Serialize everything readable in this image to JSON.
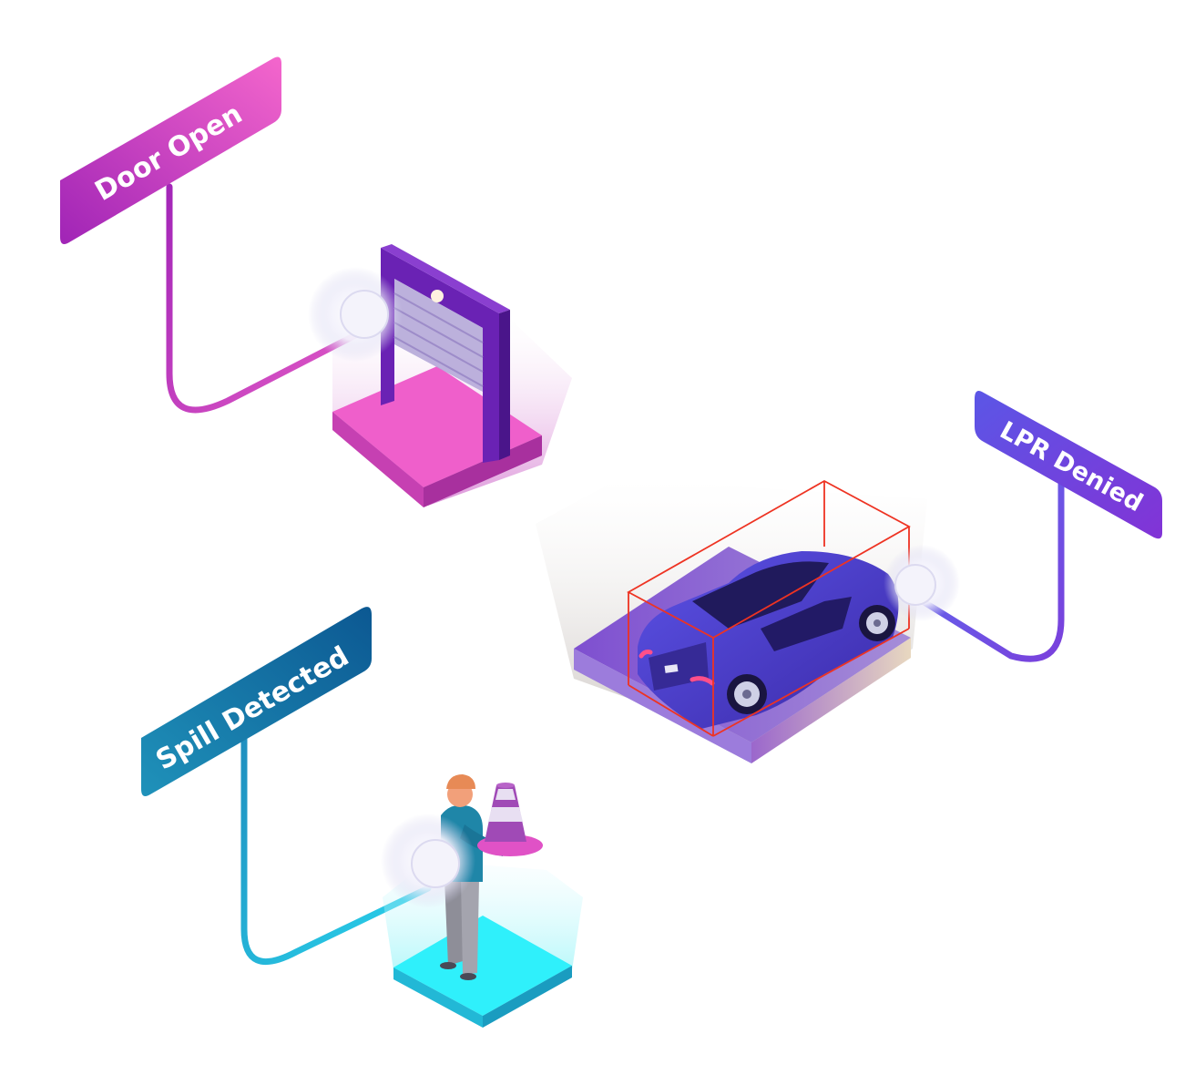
{
  "labels": {
    "door": "Door Open",
    "lpr": "LPR Denied",
    "spill": "Spill Detected"
  },
  "colors": {
    "door_tag_start": "#a326b8",
    "door_tag_end": "#f060c8",
    "lpr_tag_start": "#5a4fe0",
    "lpr_tag_end": "#7d36d8",
    "spill_tag_start": "#1a84b0",
    "spill_tag_end": "#0f5e96",
    "door_frame": "#6a22b4",
    "door_floor": "#ee5cc8",
    "car_body": "#4a3ccc",
    "bounding_box": "#ee3322",
    "spill_floor": "#2ee8f8",
    "worker_shirt": "#1f86a8",
    "cone": "#a04ab6"
  },
  "icons": {
    "door": "roll-up-door-icon",
    "car": "car-icon",
    "worker": "worker-with-cone-icon",
    "camera": "camera-sensor-icon"
  }
}
